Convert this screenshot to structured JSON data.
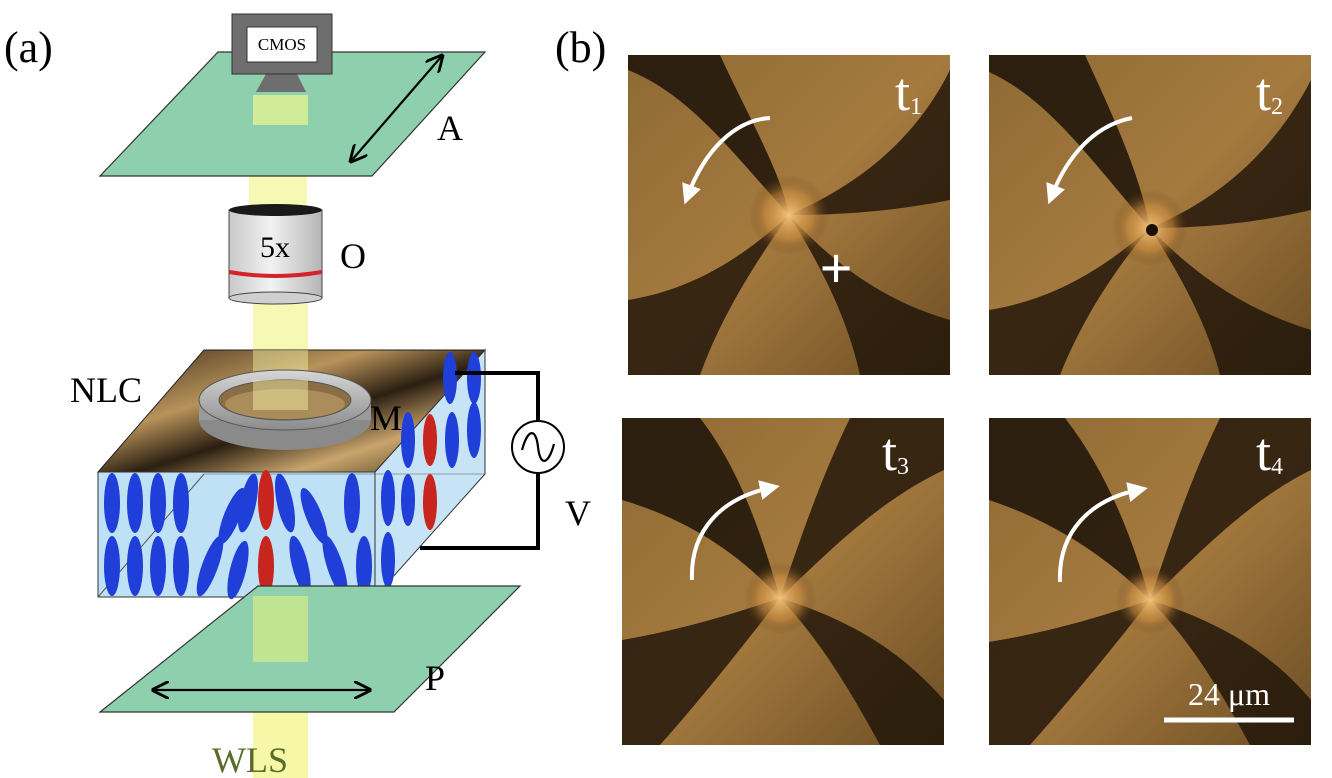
{
  "panel_a": {
    "label": "(a)",
    "camera_label": "CMOS",
    "analyzer_label": "A",
    "objective_text": "5x",
    "objective_label": "O",
    "sample_label": "NLC",
    "magnet_label": "M",
    "voltage_label": "V",
    "polarizer_label": "P",
    "light_source_label": "WLS"
  },
  "panel_b": {
    "label": "(b)",
    "frames": [
      {
        "time": "t",
        "sub": "1",
        "rotation": "counterclockwise",
        "defect_marker": "+"
      },
      {
        "time": "t",
        "sub": "2",
        "rotation": "counterclockwise",
        "defect_marker": ""
      },
      {
        "time": "t",
        "sub": "3",
        "rotation": "clockwise",
        "defect_marker": ""
      },
      {
        "time": "t",
        "sub": "4",
        "rotation": "clockwise",
        "defect_marker": ""
      }
    ],
    "scale_bar": "24 μm"
  },
  "colors": {
    "plate_green": "#8ecfae",
    "light_beam": "#f7f7a8",
    "director_blue": "#1f3fd8",
    "director_red": "#c8251f",
    "cell_blue": "#bfe1f5",
    "camera_gray": "#6e6e6e",
    "label_olive": "#5a6b2a"
  }
}
